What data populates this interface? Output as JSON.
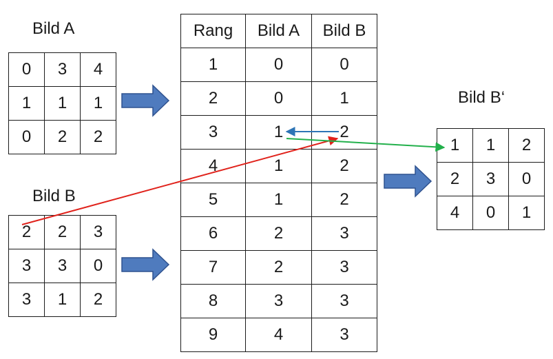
{
  "bild_a": {
    "title": "Bild A",
    "rows": [
      [
        "0",
        "3",
        "4"
      ],
      [
        "1",
        "1",
        "1"
      ],
      [
        "0",
        "2",
        "2"
      ]
    ]
  },
  "bild_b": {
    "title": "Bild B",
    "rows": [
      [
        "2",
        "2",
        "3"
      ],
      [
        "3",
        "3",
        "0"
      ],
      [
        "3",
        "1",
        "2"
      ]
    ]
  },
  "bild_b_prime": {
    "title": "Bild B‘",
    "rows": [
      [
        "1",
        "1",
        "2"
      ],
      [
        "2",
        "3",
        "0"
      ],
      [
        "4",
        "0",
        "1"
      ]
    ]
  },
  "rank_table": {
    "headers": [
      "Rang",
      "Bild A",
      "Bild B"
    ],
    "rows": [
      [
        "1",
        "0",
        "0"
      ],
      [
        "2",
        "0",
        "1"
      ],
      [
        "3",
        "1",
        "2"
      ],
      [
        "4",
        "1",
        "2"
      ],
      [
        "5",
        "1",
        "2"
      ],
      [
        "6",
        "2",
        "3"
      ],
      [
        "7",
        "2",
        "3"
      ],
      [
        "8",
        "3",
        "3"
      ],
      [
        "9",
        "4",
        "3"
      ]
    ]
  },
  "colors": {
    "block_arrow_fill": "#4F7BBE",
    "block_arrow_stroke": "#2F528F",
    "red_connector": "#E0221B",
    "blue_connector": "#2E75B6",
    "green_connector": "#22B04B"
  }
}
